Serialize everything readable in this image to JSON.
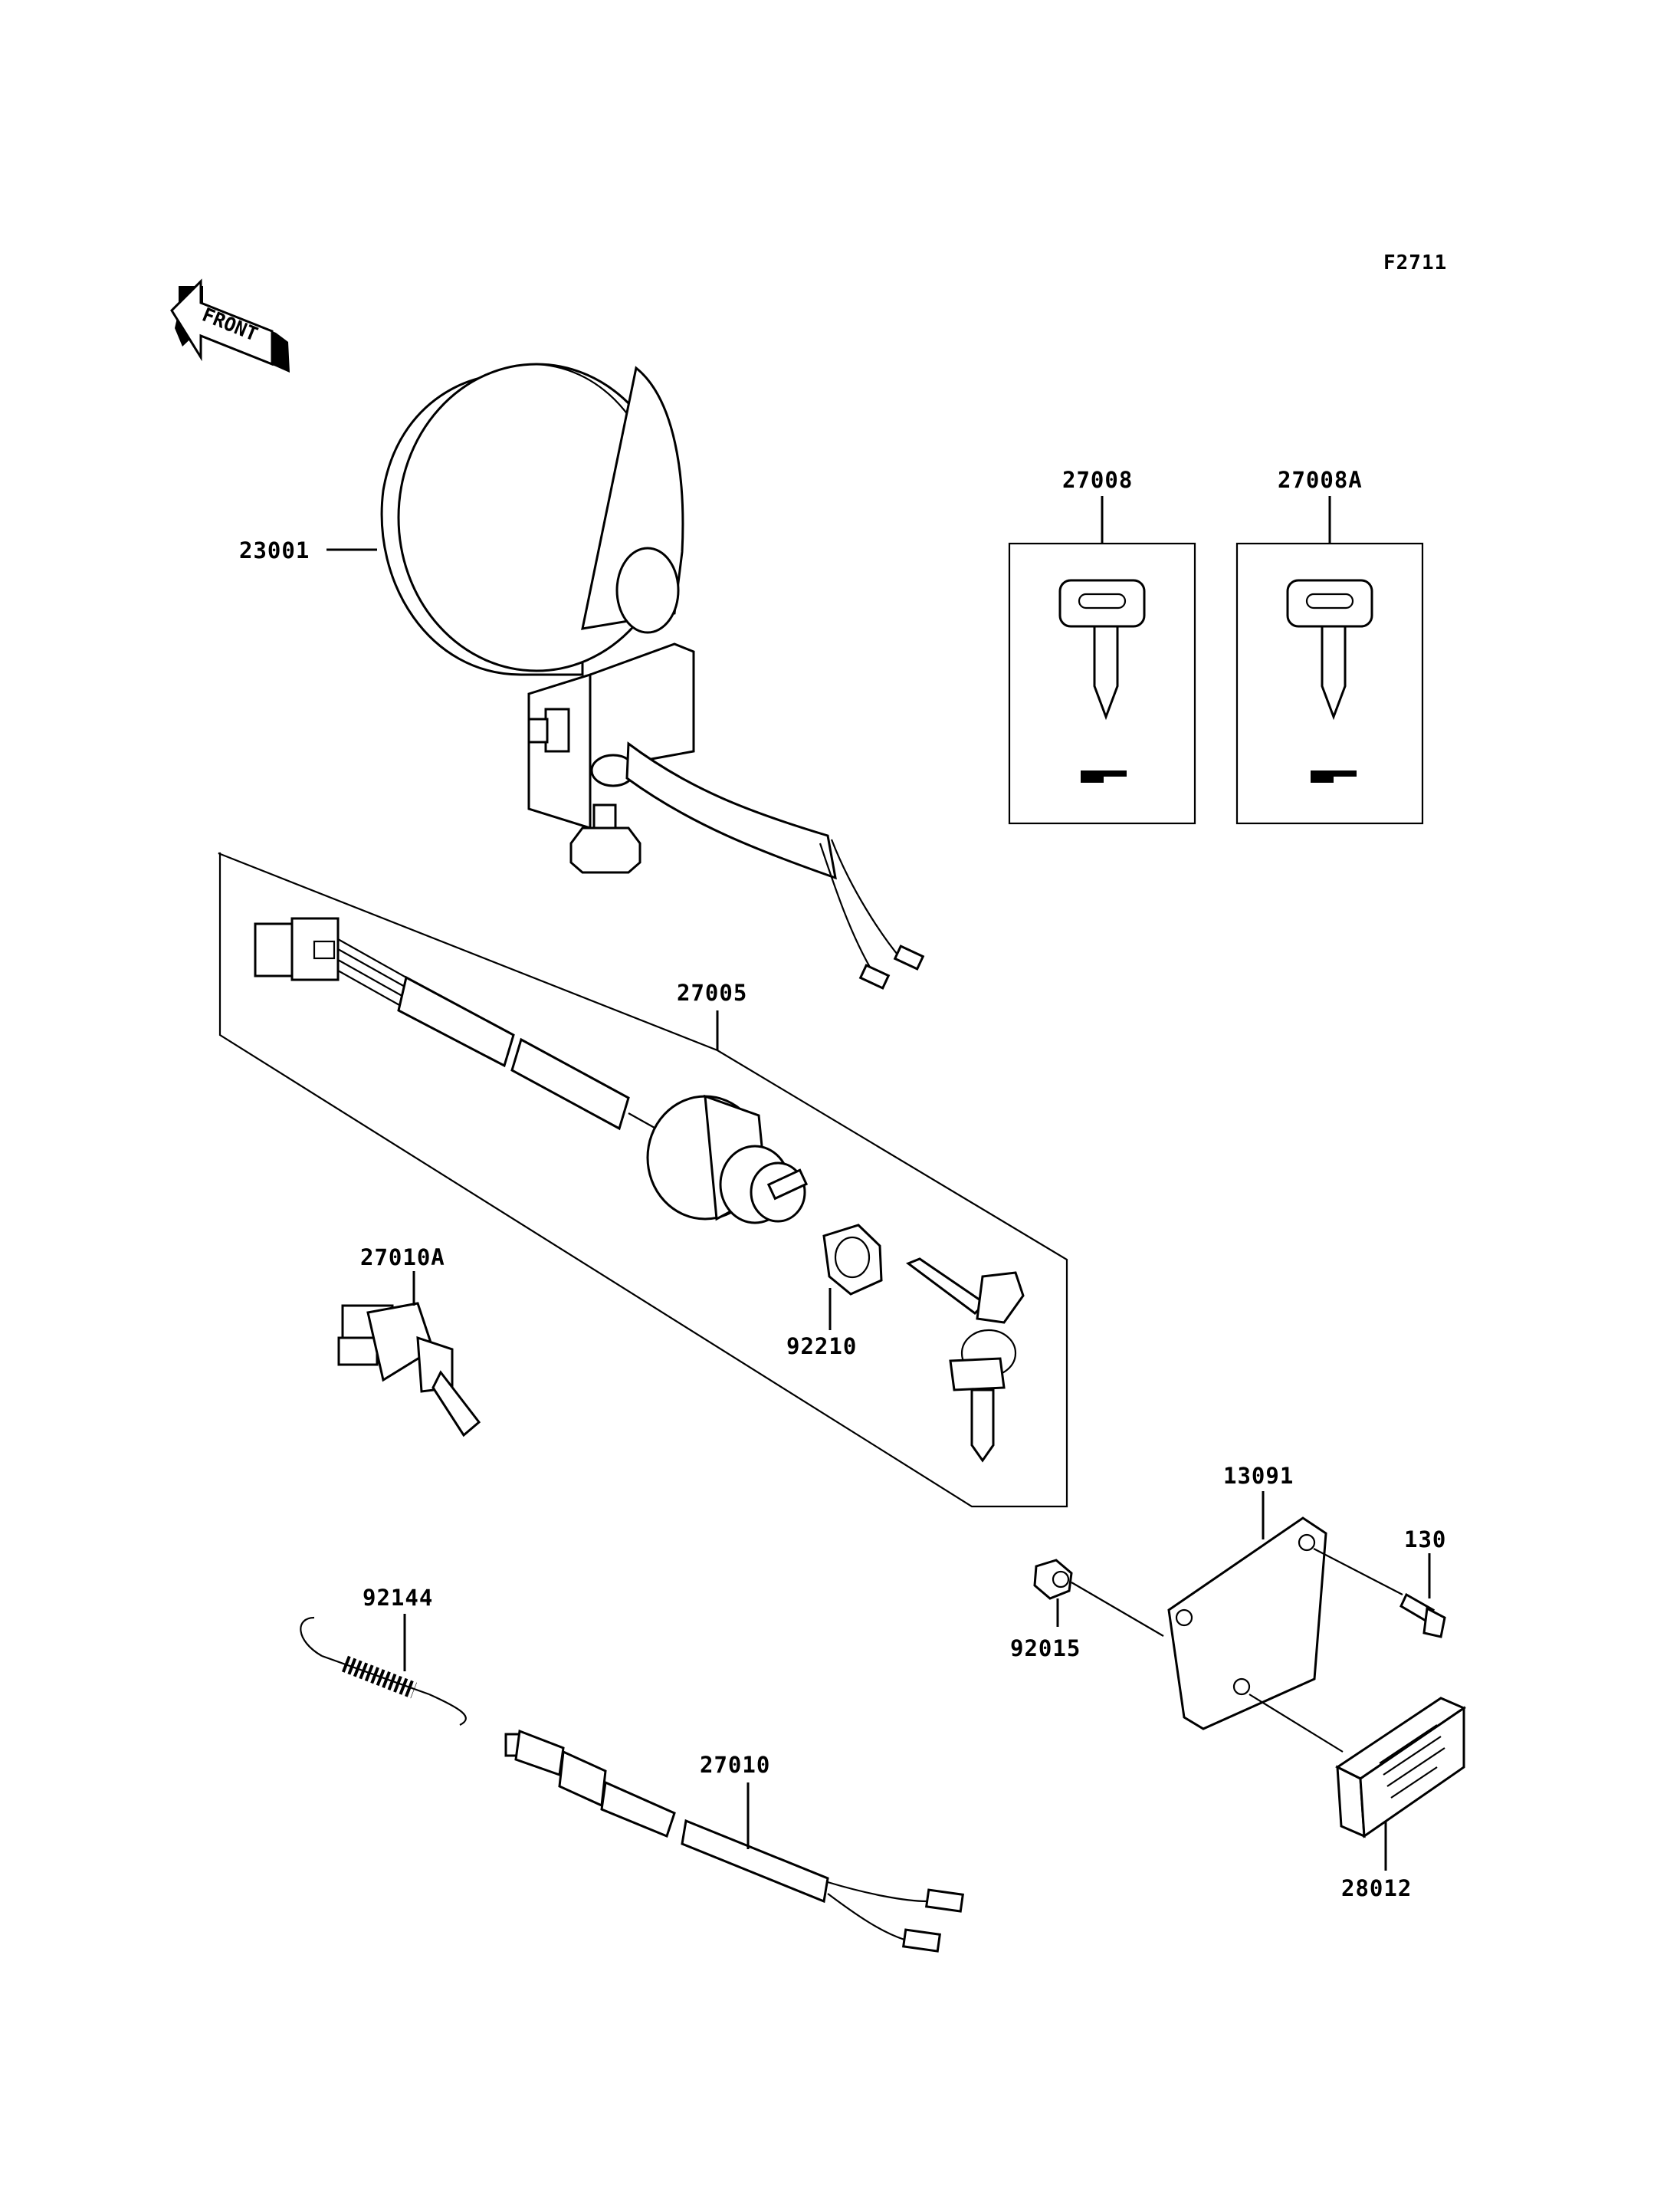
{
  "diagram": {
    "figure_code": "F2711",
    "front_arrow_text": "FRONT",
    "part_labels": {
      "headlight": "23001",
      "key_blank": "27008",
      "key_blank_alt": "27008A",
      "ignition_switch": "27005",
      "nut": "92210",
      "toggle_switch": "27010A",
      "bracket": "13091",
      "bolt": "130",
      "flange_nut": "92015",
      "spring": "92144",
      "stop_switch": "27010",
      "label_plate": "28012"
    }
  }
}
